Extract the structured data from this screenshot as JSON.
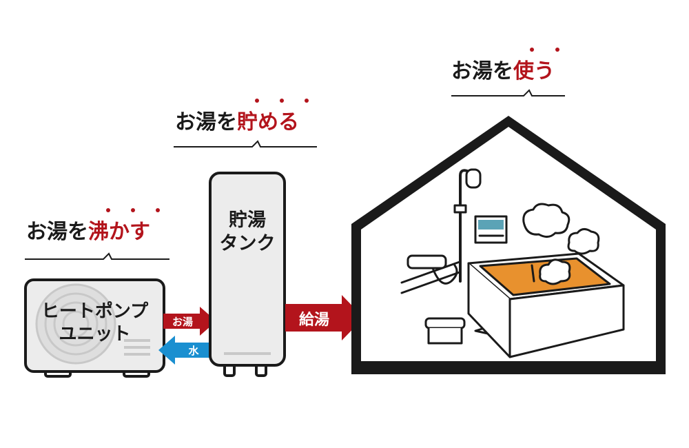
{
  "headings": {
    "boil": {
      "plain": "お湯を",
      "accent": "沸かす"
    },
    "store": {
      "plain": "お湯を",
      "accent": "貯める"
    },
    "use": {
      "plain": "お湯を",
      "accent": "使う"
    }
  },
  "heat_pump": {
    "line1": "ヒートポンプ",
    "line2": "ユニット"
  },
  "tank": {
    "line1": "貯湯",
    "line2": "タンク"
  },
  "arrows": {
    "hot_water": "お湯",
    "water": "水",
    "supply": "給湯"
  },
  "colors": {
    "accent": "#b3141c",
    "cold": "#1a8fd0",
    "ink": "#1a1a1a",
    "panel": "#ececec",
    "bath_water": "#e8912e"
  },
  "icons": [
    "fan-icon",
    "shower-head-icon",
    "control-panel-icon",
    "faucet-icon",
    "bath-stool-icon",
    "steam-cloud-icon",
    "bathtub-icon",
    "house-outline-icon"
  ]
}
